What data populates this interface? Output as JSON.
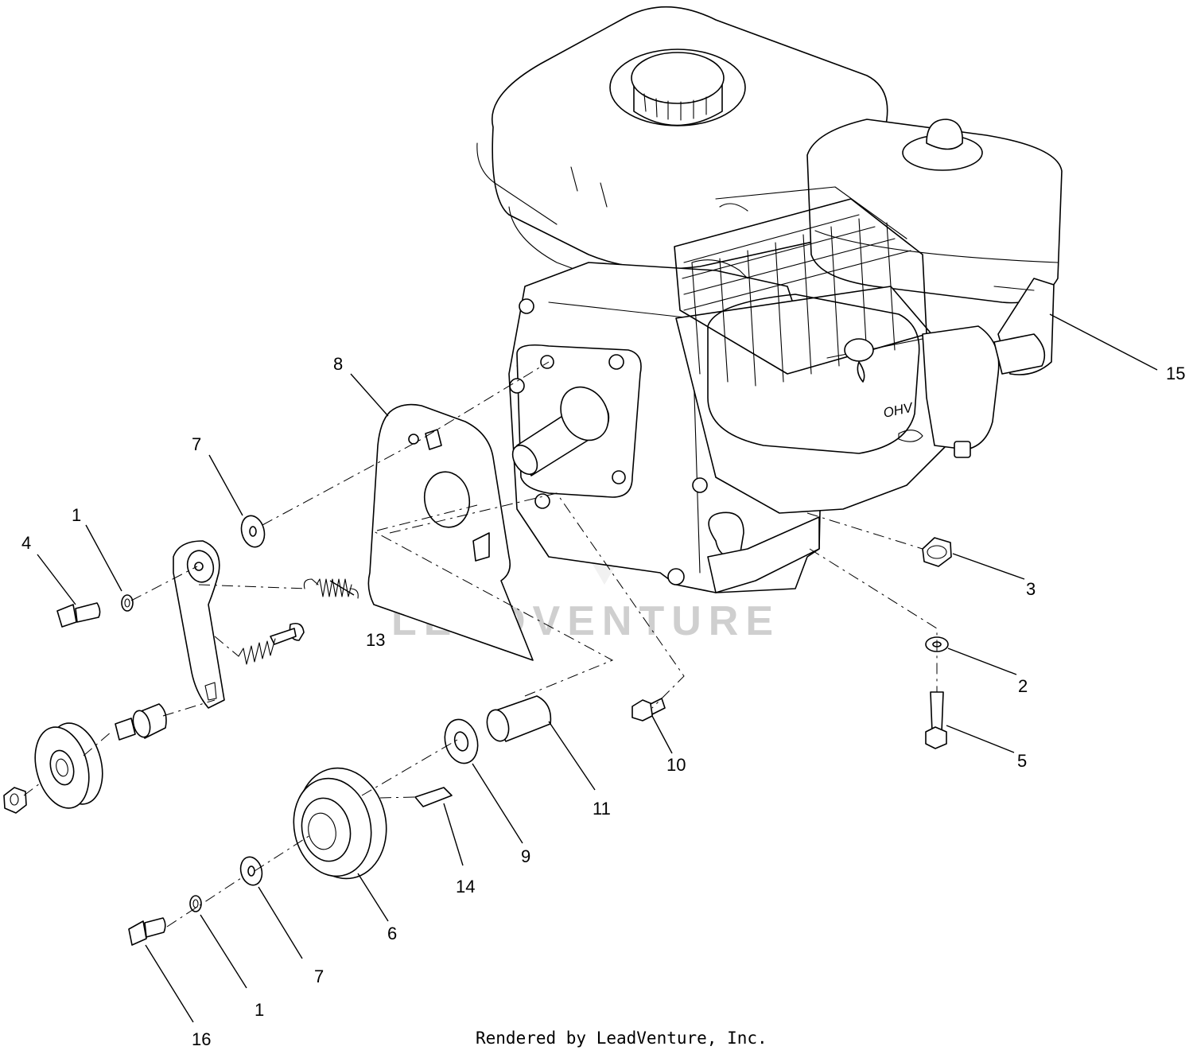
{
  "watermark": {
    "text": "LEADVENTURE"
  },
  "engine_badge": {
    "text": "OHV"
  },
  "footer": {
    "credit": "Rendered by LeadVenture, Inc."
  },
  "callouts": {
    "c1_upper": "1",
    "c1_lower": "1",
    "c2": "2",
    "c3": "3",
    "c4": "4",
    "c5": "5",
    "c6": "6",
    "c7_upper": "7",
    "c7_lower": "7",
    "c8": "8",
    "c9": "9",
    "c10": "10",
    "c11": "11",
    "c13": "13",
    "c14": "14",
    "c15": "15",
    "c16": "16"
  }
}
